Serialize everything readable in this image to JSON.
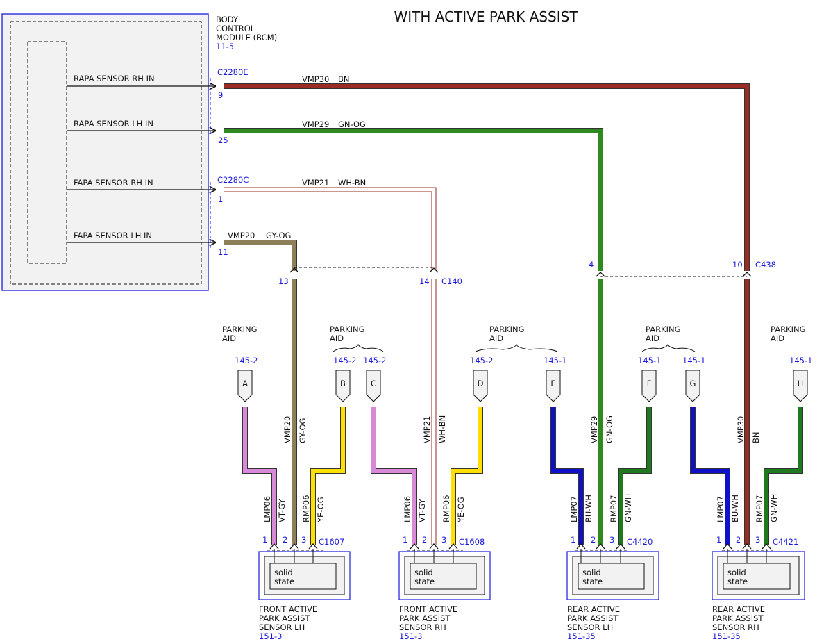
{
  "title": "WITH ACTIVE PARK ASSIST",
  "bcm": {
    "name_lines": [
      "BODY",
      "CONTROL",
      "MODULE (BCM)"
    ],
    "ref": "11-5",
    "inputs": [
      "RAPA SENSOR RH IN",
      "RAPA SENSOR LH IN",
      "FAPA SENSOR RH IN",
      "FAPA SENSOR LH IN"
    ]
  },
  "connectors": {
    "c2280e": "C2280E",
    "c2280c": "C2280C",
    "c140": "C140",
    "c438": "C438",
    "c1607": "C1607",
    "c1608": "C1608",
    "c4420": "C4420",
    "c4421": "C4421"
  },
  "pins": {
    "bcm_9": "9",
    "bcm_25": "25",
    "bcm_1": "1",
    "bcm_11": "11",
    "c140_13": "13",
    "c140_14": "14",
    "c438_4": "4",
    "c438_10": "10",
    "s1": "1",
    "s2": "2",
    "s3": "3"
  },
  "circuits": {
    "vmp30": {
      "code": "VMP30",
      "color": "BN"
    },
    "vmp29": {
      "code": "VMP29",
      "color": "GN-OG"
    },
    "vmp21": {
      "code": "VMP21",
      "color": "WH-BN"
    },
    "vmp20": {
      "code": "VMP20",
      "color": "GY-OG"
    },
    "lmp06": {
      "code": "LMP06",
      "color": "VT-GY"
    },
    "rmp06": {
      "code": "RMP06",
      "color": "YE-OG"
    },
    "lmp07": {
      "code": "LMP07",
      "color": "BU-WH"
    },
    "rmp07": {
      "code": "RMP07",
      "color": "GN-WH"
    }
  },
  "parking_aid": {
    "label_lines": [
      "PARKING",
      "AID"
    ],
    "refs": {
      "r1452": "145-2",
      "r1451": "145-1"
    },
    "letters": [
      "A",
      "B",
      "C",
      "D",
      "E",
      "F",
      "G",
      "H"
    ]
  },
  "sensors": [
    {
      "lines": [
        "FRONT ACTIVE",
        "PARK ASSIST",
        "SENSOR LH"
      ],
      "ref": "151-3"
    },
    {
      "lines": [
        "FRONT ACTIVE",
        "PARK ASSIST",
        "SENSOR RH"
      ],
      "ref": "151-3"
    },
    {
      "lines": [
        "REAR ACTIVE",
        "PARK ASSIST",
        "SENSOR LH"
      ],
      "ref": "151-35"
    },
    {
      "lines": [
        "REAR ACTIVE",
        "PARK ASSIST",
        "SENSOR RH"
      ],
      "ref": "151-35"
    }
  ],
  "solid_state_lines": [
    "solid",
    "state"
  ],
  "wire_colors": {
    "brown": "#9b2b25",
    "green": "#2e8a1e",
    "gray_olive": "#8c7f5a",
    "white": "#ffffff",
    "violet": "#d88ad8",
    "yellow": "#ffe000",
    "blue": "#1010c8",
    "dark_green": "#1f7a1f",
    "wire_stroke": "#333333",
    "accent_blue": "#1a1adc",
    "module_fill": "#f2f2f2"
  }
}
